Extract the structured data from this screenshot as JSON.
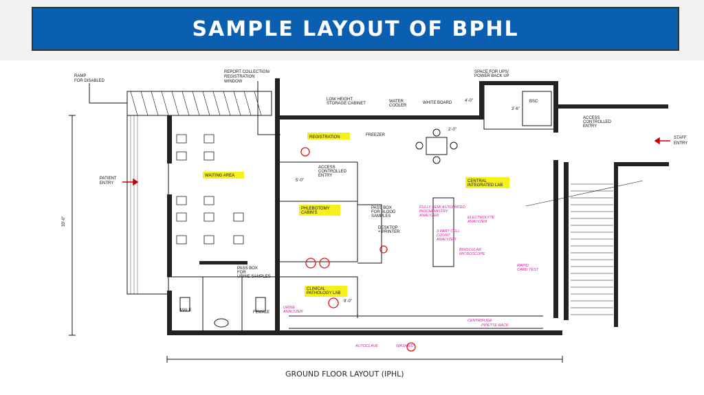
{
  "header": {
    "title": "SAMPLE LAYOUT OF BPHL"
  },
  "plan": {
    "caption": "GROUND FLOOR LAYOUT (IPHL)",
    "dims": {
      "height": "33'-0\"",
      "door_a": "9'-0\"",
      "door_b": "5'-0\"",
      "door_c": "4'-0\"",
      "door_d": "3'-6\"",
      "door_e": "2'-0\""
    },
    "labels": {
      "ramp": "RAMP",
      "ramp2": "FOR DISABLED",
      "report1": "REPORT COLLECTION/",
      "report2": "REGISTRATION",
      "report3": "WINDOW",
      "storage1": "LOW HEIGHT",
      "storage2": "STORAGE CABINET",
      "water1": "WATER",
      "water2": "COOLER",
      "whiteboard": "WHITE BOARD",
      "ups1": "SPACE FOR UPS/",
      "ups2": "POWER BACK UP",
      "bsc": "BSC",
      "access1": "ACCESS",
      "access2": "CONTROLLED",
      "access3": "ENTRY",
      "staff1": "STAFF",
      "staff2": "ENTRY",
      "registration": "REGISTRATION",
      "freezer": "FREEZER",
      "access_entry1": "ACCESS",
      "access_entry2": "CONTROLLED",
      "access_entry3": "ENTRY",
      "waiting": "WAITING AREA",
      "patient1": "PATIENT",
      "patient2": "ENTRY",
      "central1": "CENTRAL",
      "central2": "INTEGRATED LAB",
      "phlebotomy1": "PHLEBOTOMY",
      "phlebotomy2": "CABIN'S",
      "passbox1": "PASS BOX",
      "passbox2": "FOR BLOOD",
      "passbox3": "SAMPLES",
      "desktop1": "DESKTOP",
      "desktop2": "+ PRINTER",
      "urinebox1": "PASS BOX",
      "urinebox2": "FOR",
      "urinebox3": "URINE SAMPLES",
      "clinical1": "CLINICAL",
      "clinical2": "PATHOLOGY LAB",
      "male": "MALE",
      "female": "FEMALE"
    },
    "equipment": {
      "biochem1": "FULLY SEMI AUTOMATED",
      "biochem2": "BIOCHEMISTRY",
      "biochem3": "ANALYZER",
      "electrolyte1": "ELECTROLYTE",
      "electrolyte2": "ANALYZER",
      "cellcount1": "3 PART CELL",
      "cellcount2": "COUNT",
      "cellcount3": "ANALYZER",
      "microscope1": "BINOCULAR",
      "microscope2": "MICROSCOPE",
      "rapid1": "RAPID",
      "rapid2": "CARD TEST",
      "urine1": "URINE",
      "urine2": "ANALYZER",
      "centrifuge": "CENTRIFUGE",
      "pipette": "PIPETTE RACK",
      "autoclave": "AUTOCLAVE",
      "washbid": "WASHBID"
    }
  }
}
